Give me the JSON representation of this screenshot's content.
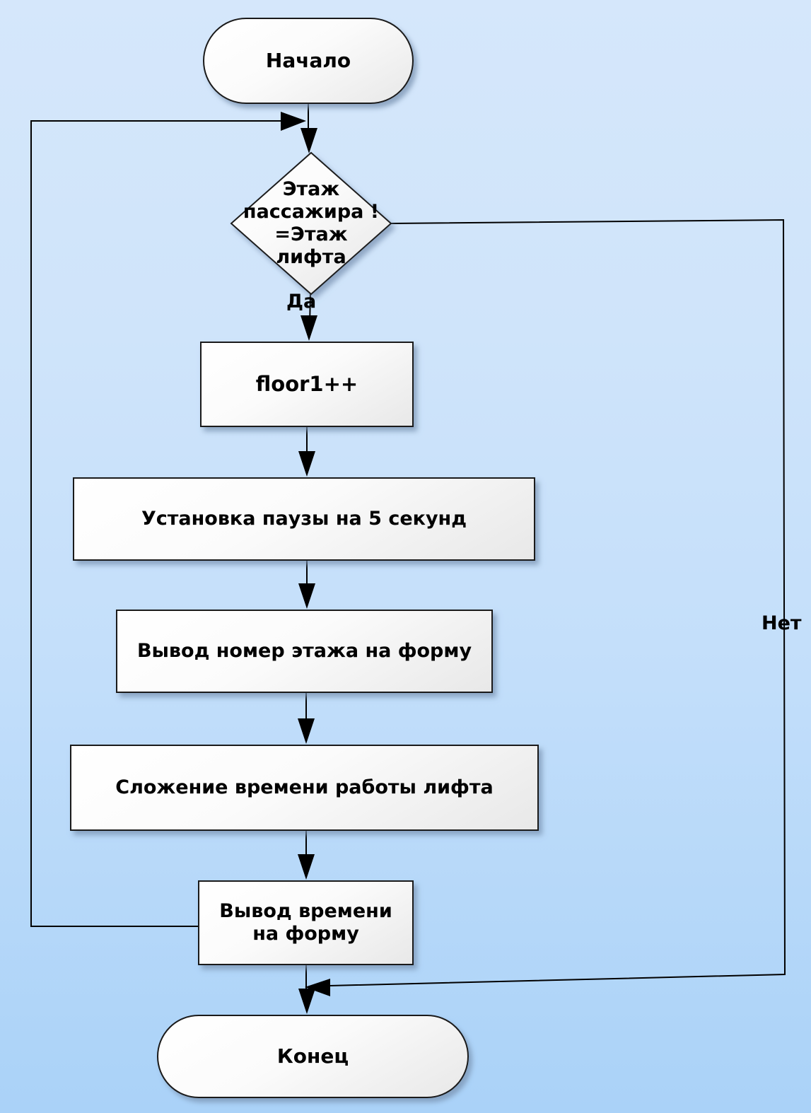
{
  "flowchart": {
    "nodes": {
      "start": {
        "type": "terminator",
        "label": "Начало"
      },
      "decision": {
        "type": "decision",
        "label": "Этаж\nпассажира !\n=Этаж\nлифта"
      },
      "increment": {
        "type": "process",
        "label": "floor1++"
      },
      "pause": {
        "type": "process",
        "label": "Установка паузы на 5 секунд"
      },
      "show_floor": {
        "type": "process",
        "label": "Вывод номер этажа на форму"
      },
      "sum_time": {
        "type": "process",
        "label": "Сложение времени работы лифта"
      },
      "show_time": {
        "type": "process",
        "label": "Вывод времени\nна форму"
      },
      "end": {
        "type": "terminator",
        "label": "Конец"
      }
    },
    "edges": {
      "yes_label": "Да",
      "no_label": "Нет"
    }
  },
  "colors": {
    "background_top": "#d5e7fb",
    "background_bottom": "#aad2f8",
    "node_border": "#1a1a1a",
    "node_fill_top": "#ffffff",
    "node_fill_bottom": "#e8e8e8",
    "connector": "#000000"
  }
}
